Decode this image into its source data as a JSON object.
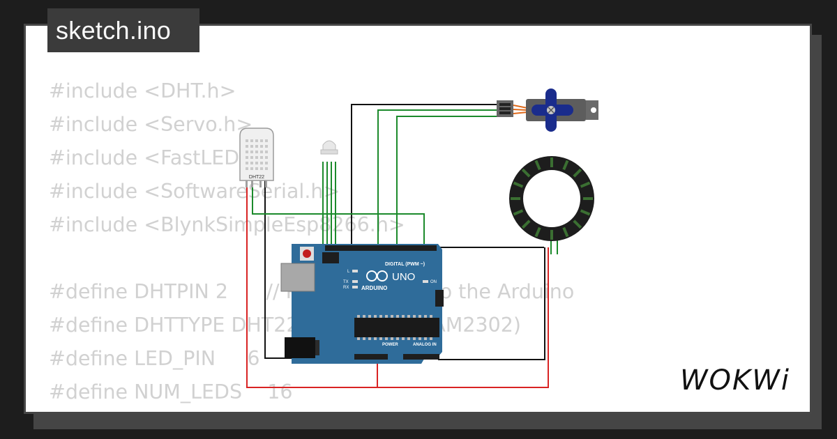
{
  "file_tab": {
    "label": "sketch.ino"
  },
  "code_lines": [
    "#include <DHT.h>",
    "#include <Servo.h>",
    "#include <FastLED.h>",
    "#include <SoftwareSerial.h>",
    "#include <BlynkSimpleEsp8266.h>",
    "",
    "#define DHTPIN 2      // Pin connected to the Arduino",
    "#define DHTTYPE DHT22   // DHT 22  (AM2302)",
    "#define LED_PIN     6",
    "#define NUM_LEDS    16"
  ],
  "components": {
    "dht_label": "DHT22",
    "arduino_model": "UNO",
    "arduino_brand": "ARDUINO",
    "digital_header_label": "DIGITAL (PWM ~)",
    "power_label": "POWER",
    "analog_label": "ANALOG IN",
    "on_label": "ON",
    "tx_label": "TX",
    "rx_label": "RX",
    "l_label": "L"
  },
  "brand": {
    "logo_text": "WOKWi"
  },
  "colors": {
    "background": "#1d1d1d",
    "card": "#ffffff",
    "code_text": "#d1d1d1",
    "arduino_board": "#2f6c9a",
    "wire_red": "#d92323",
    "wire_black": "#111111",
    "wire_green": "#1b8a2b",
    "servo_horn": "#1a2c8c",
    "dht_body": "#f0f0f0"
  }
}
